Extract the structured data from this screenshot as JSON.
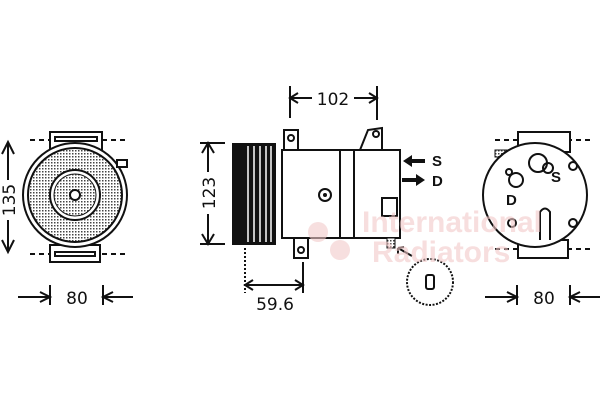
{
  "watermark": {
    "line1": "International",
    "line2": "Radiators"
  },
  "front_view": {
    "height_dim": "135",
    "width_dim": "80"
  },
  "side_view": {
    "length_dim": "102",
    "height_dim": "123",
    "pulley_dim": "59.6"
  },
  "ports": {
    "suction_label": "S",
    "discharge_label": "D"
  },
  "rear_view": {
    "width_dim": "80",
    "suction_label": "S",
    "discharge_label": "D"
  },
  "colors": {
    "line": "#111111",
    "watermark": "#f2c9c9"
  }
}
